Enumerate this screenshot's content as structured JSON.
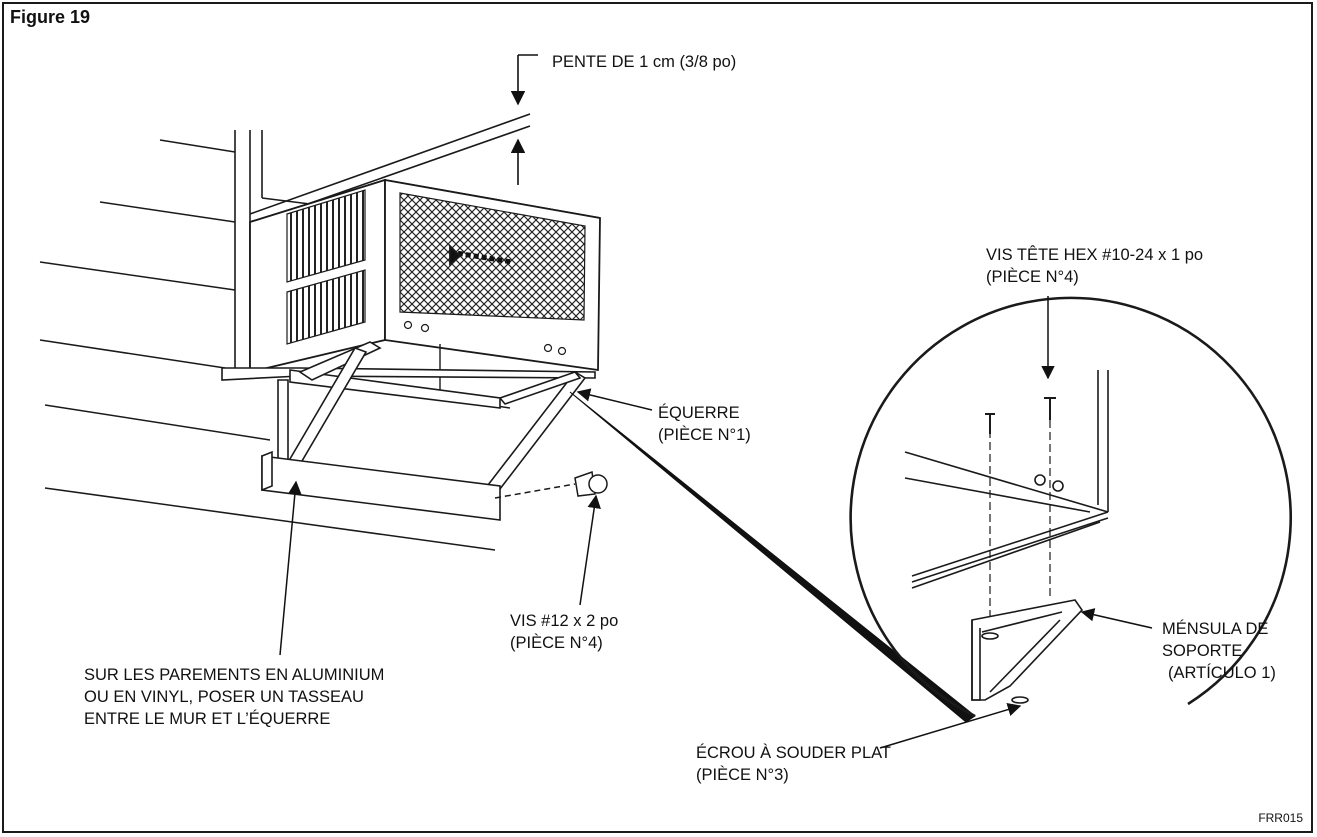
{
  "figure": {
    "title": "Figure 19",
    "code": "FRR015",
    "colors": {
      "line": "#1a1a1a",
      "background": "#ffffff"
    }
  },
  "labels": {
    "slope": "PENTE DE 1 cm (3/8 po)",
    "hex_screw_line1": "VIS TÊTE HEX #10-24 x 1 po",
    "hex_screw_line2": "(PIÈCE N°4)",
    "bracket_line1": "ÉQUERRE",
    "bracket_line2": "(PIÈCE N°1)",
    "screw12_line1": "VIS #12 x 2 po",
    "screw12_line2": "(PIÈCE N°4)",
    "siding_line1": "SUR LES PAREMENTS EN ALUMINIUM",
    "siding_line2": "OU EN VINYL, POSER UN TASSEAU",
    "siding_line3": "ENTRE LE MUR ET L’ÉQUERRE",
    "mensula_line1": "MÉNSULA DE",
    "mensula_line2": "SOPORTE",
    "mensula_line3": "(ARTÍCULO 1)",
    "nut_line1": "ÉCROU À SOUDER PLAT",
    "nut_line2": "(PIÈCE N°3)"
  }
}
